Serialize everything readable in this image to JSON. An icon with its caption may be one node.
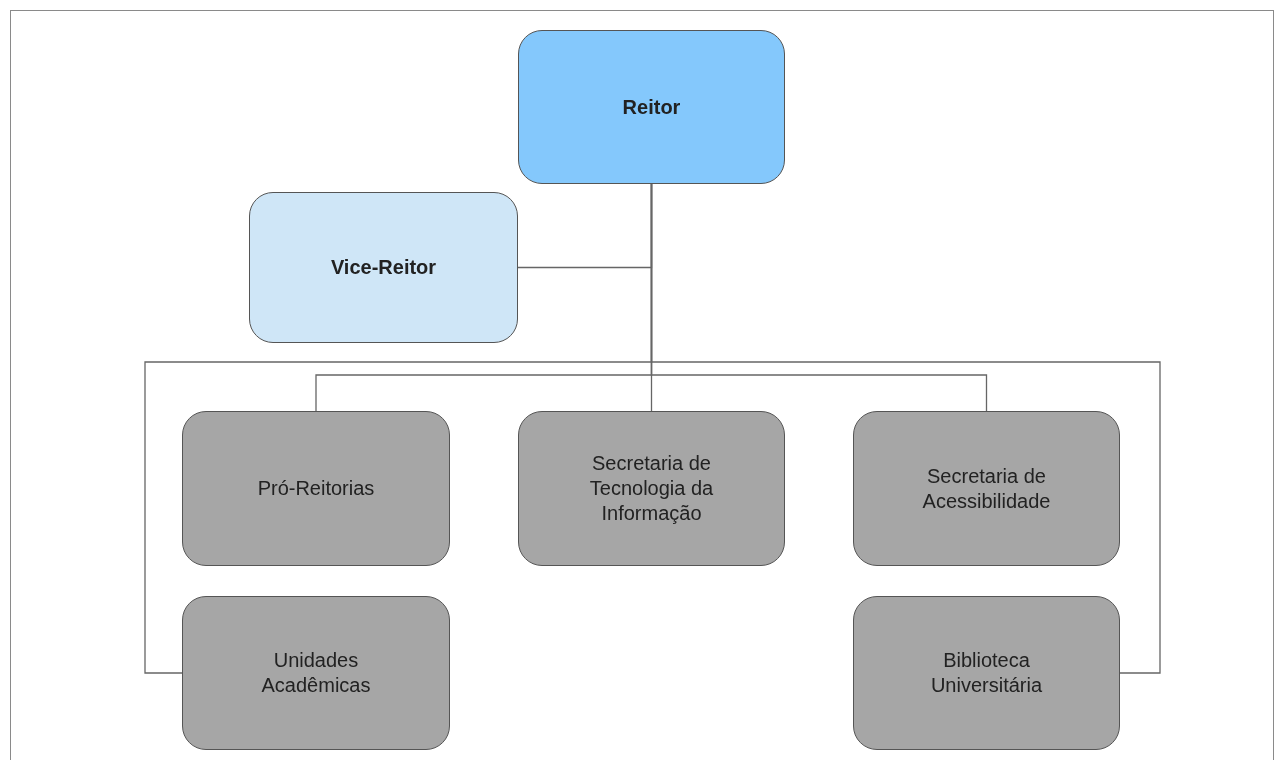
{
  "diagram": {
    "nodes": [
      {
        "text": [
          "Reitor"
        ]
      },
      {
        "text": [
          "Vice-Reitor"
        ]
      },
      {
        "text": [
          "Pró-Reitorias"
        ]
      },
      {
        "text": [
          "Secretaria de Tecnologia da Informação"
        ]
      },
      {
        "text": [
          "Secretaria de Acessibilidade"
        ]
      },
      {
        "text": [
          "Unidades Acadêmicas"
        ]
      },
      {
        "text": [
          "Biblioteca Universitária"
        ]
      }
    ],
    "edges": [
      {
        "from": 0,
        "to": 1,
        "arrow": "none"
      },
      {
        "from": 0,
        "to": 2,
        "arrow": "none"
      },
      {
        "from": 0,
        "to": 3,
        "arrow": "none"
      },
      {
        "from": 0,
        "to": 4,
        "arrow": "none"
      },
      {
        "from": 0,
        "to": 5,
        "arrow": "none"
      },
      {
        "from": 0,
        "to": 6,
        "arrow": "none"
      }
    ]
  }
}
